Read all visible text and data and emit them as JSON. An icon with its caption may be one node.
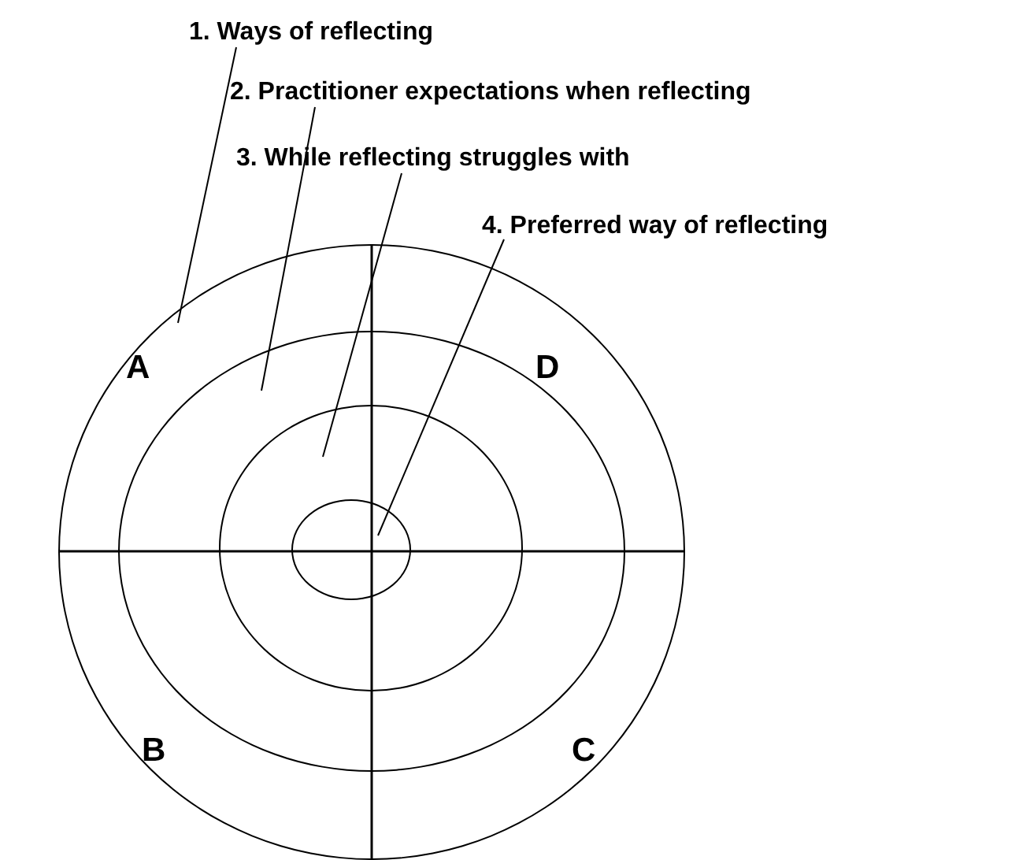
{
  "diagram": {
    "nodes": [
      {
        "text": [
          "1. Ways of reflecting"
        ]
      },
      {
        "text": [
          "2. Practitioner expectations when reflecting"
        ]
      },
      {
        "text": [
          "3. While reflecting struggles with"
        ]
      },
      {
        "text": [
          "4. Preferred way of reflecting"
        ]
      },
      {
        "text": [],
        "shape": "circle"
      },
      {
        "text": [],
        "shape": "circle",
        "in": 4
      },
      {
        "text": [],
        "shape": "circle",
        "in": 5
      },
      {
        "text": [],
        "shape": "circle",
        "in": 6
      }
    ],
    "edges": [
      {
        "from": 0,
        "to": 4,
        "arrow": "none"
      },
      {
        "from": 1,
        "to": 5,
        "arrow": "none"
      },
      {
        "from": 2,
        "to": 6,
        "arrow": "none"
      },
      {
        "from": 3,
        "to": 7,
        "arrow": "none"
      }
    ],
    "labels": [
      "A",
      "D",
      "B",
      "C"
    ]
  }
}
